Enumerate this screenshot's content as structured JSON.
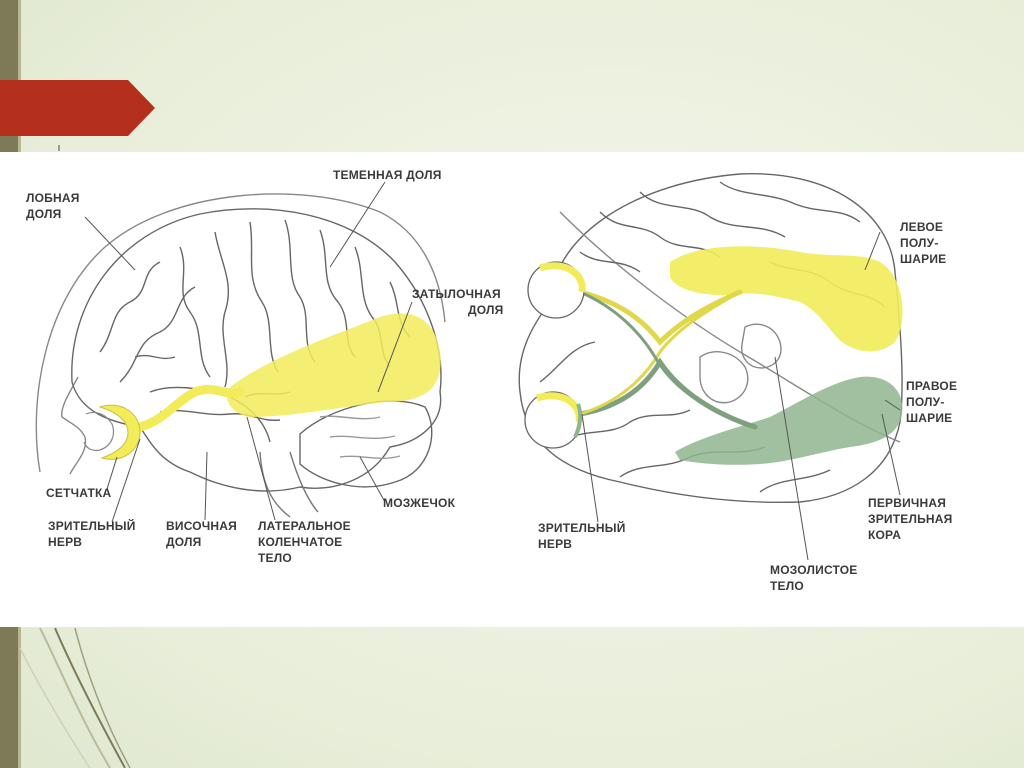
{
  "labels": {
    "frontal_lobe_1": "ЛОБНАЯ",
    "frontal_lobe_2": "ДОЛЯ",
    "parietal_lobe": "ТЕМЕННАЯ ДОЛЯ",
    "occipital_lobe_1": "ЗАТЫЛОЧНАЯ",
    "occipital_lobe_2": "ДОЛЯ",
    "retina": "СЕТЧАТКА",
    "optic_nerve_left_1": "ЗРИТЕЛЬНЫЙ",
    "optic_nerve_left_2": "НЕРВ",
    "temporal_lobe_1": "ВИСОЧНАЯ",
    "temporal_lobe_2": "ДОЛЯ",
    "lgn_1": "ЛАТЕРАЛЬНОЕ",
    "lgn_2": "КОЛЕНЧАТОЕ",
    "lgn_3": "ТЕЛО",
    "cerebellum": "МОЗЖЕЧОК",
    "left_hemisphere_1": "ЛЕВОЕ",
    "left_hemisphere_2": "ПОЛУ-",
    "left_hemisphere_3": "ШАРИЕ",
    "right_hemisphere_1": "ПРАВОЕ",
    "right_hemisphere_2": "ПОЛУ-",
    "right_hemisphere_3": "ШАРИЕ",
    "primary_visual_cortex_1": "ПЕРВИЧНАЯ",
    "primary_visual_cortex_2": "ЗРИТЕЛЬНАЯ",
    "primary_visual_cortex_3": "КОРА",
    "optic_nerve_right_1": "ЗРИТЕЛЬНЫЙ",
    "optic_nerve_right_2": "НЕРВ",
    "corpus_callosum_1": "МОЗОЛИСТОЕ",
    "corpus_callosum_2": "ТЕЛО"
  },
  "colors": {
    "accent_tab": "#b5301c",
    "highlight_yellow": "#f2ec5a",
    "highlight_green": "#8fb58f",
    "line": "#555555"
  }
}
